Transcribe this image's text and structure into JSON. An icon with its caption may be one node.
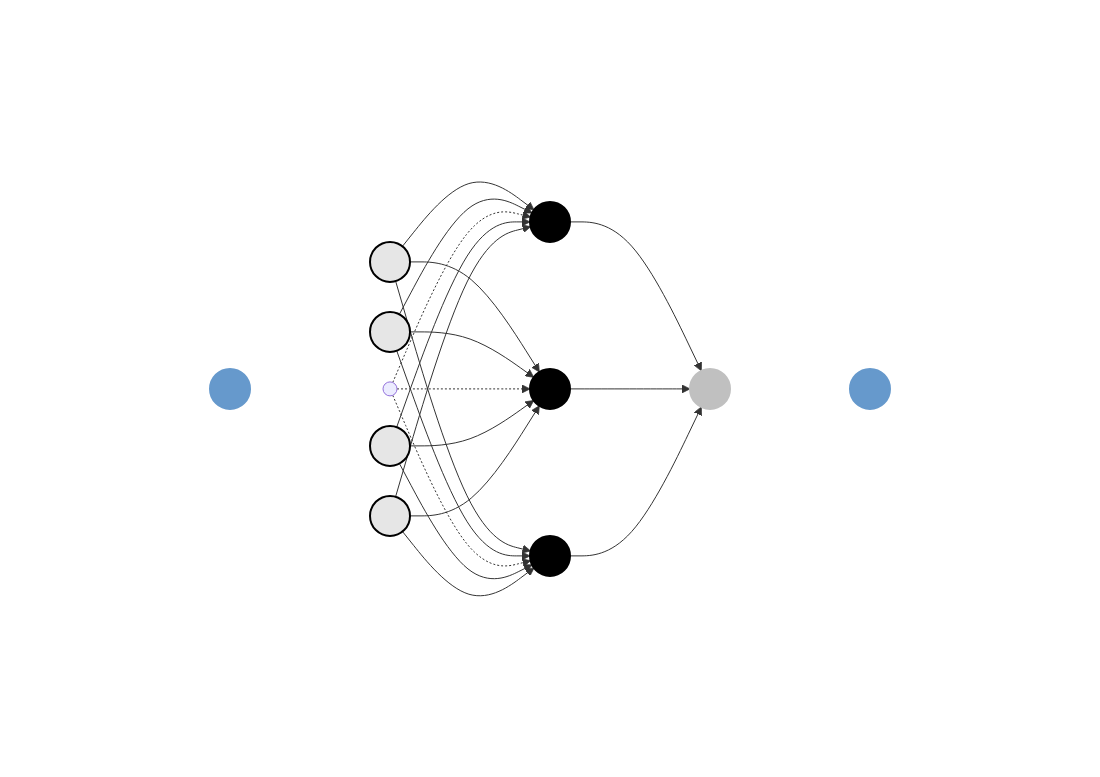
{
  "diagram": {
    "nodes": [
      {
        "text": [],
        "shape": "circle"
      },
      {
        "text": [],
        "shape": "circle"
      },
      {
        "text": [],
        "shape": "circle"
      },
      {
        "text": [],
        "shape": "dots"
      },
      {
        "text": [],
        "shape": "circle"
      },
      {
        "text": [],
        "shape": "circle"
      },
      {
        "text": [],
        "shape": "circle"
      },
      {
        "text": [],
        "shape": "circle"
      },
      {
        "text": [],
        "shape": "circle"
      },
      {
        "text": [],
        "shape": "circle"
      },
      {
        "text": [],
        "shape": "circle"
      }
    ],
    "edges": [
      {
        "from": 1,
        "to": 6,
        "arrow": "to"
      },
      {
        "from": 1,
        "to": 7,
        "arrow": "to"
      },
      {
        "from": 1,
        "to": 8,
        "arrow": "to"
      },
      {
        "from": 2,
        "to": 6,
        "arrow": "to"
      },
      {
        "from": 2,
        "to": 7,
        "arrow": "to"
      },
      {
        "from": 2,
        "to": 8,
        "arrow": "to"
      },
      {
        "from": 3,
        "to": 6,
        "arrow": "to",
        "style": "dashed"
      },
      {
        "from": 3,
        "to": 7,
        "arrow": "to",
        "style": "dashed"
      },
      {
        "from": 3,
        "to": 8,
        "arrow": "to",
        "style": "dashed"
      },
      {
        "from": 4,
        "to": 6,
        "arrow": "to"
      },
      {
        "from": 4,
        "to": 7,
        "arrow": "to"
      },
      {
        "from": 4,
        "to": 8,
        "arrow": "to"
      },
      {
        "from": 5,
        "to": 6,
        "arrow": "to"
      },
      {
        "from": 5,
        "to": 7,
        "arrow": "to"
      },
      {
        "from": 5,
        "to": 8,
        "arrow": "to"
      },
      {
        "from": 6,
        "to": 9,
        "arrow": "to"
      },
      {
        "from": 7,
        "to": 9,
        "arrow": "to"
      },
      {
        "from": 8,
        "to": 9,
        "arrow": "to"
      }
    ]
  }
}
